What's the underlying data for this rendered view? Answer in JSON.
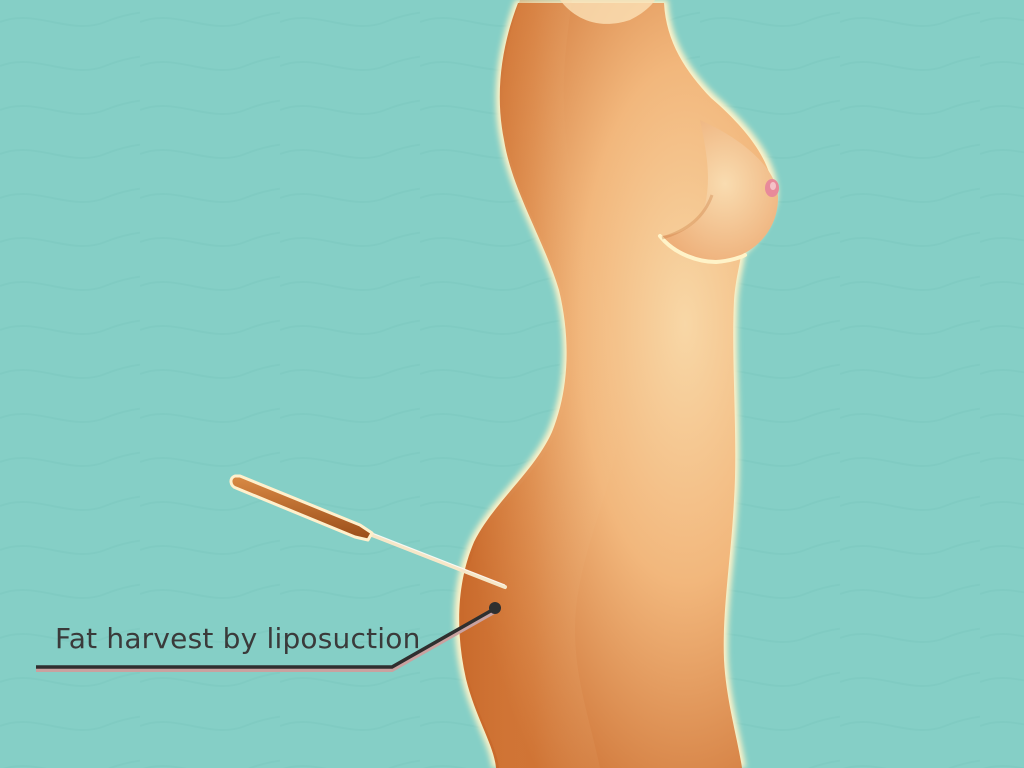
{
  "background": {
    "color": "#85cfc6",
    "pattern": "faint wavy lines"
  },
  "figure": {
    "subject": "female torso, side profile",
    "skin_color": "#f2b77c",
    "shadow_color": "#c96a2c",
    "outline_color": "#fff3c8"
  },
  "instrument": {
    "name": "liposuction cannula",
    "handle_color": "#b8601f",
    "tube_color": "#f6e7c8"
  },
  "callout": {
    "label": "Fat harvest by liposuction",
    "text_color": "#3a3a3a",
    "leader_color": "#2f2f2f",
    "leader_shadow_color": "#c9a2a0"
  }
}
